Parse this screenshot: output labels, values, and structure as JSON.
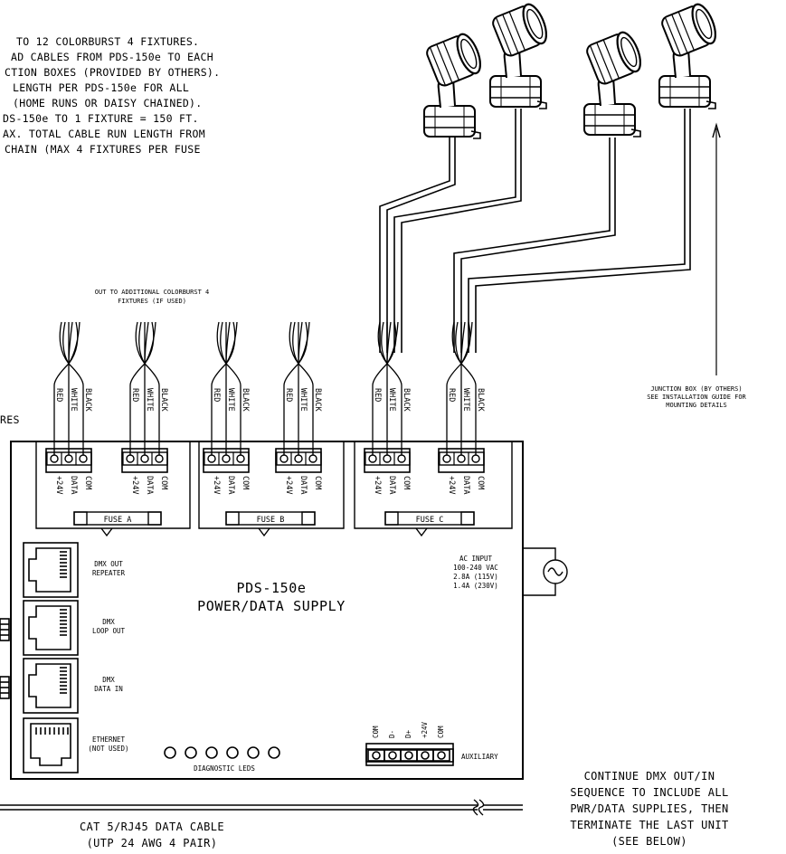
{
  "notes": {
    "top_left": [
      "TO 12 COLORBURST 4 FIXTURES.",
      "AD CABLES FROM PDS-150e TO EACH",
      "CTION BOXES (PROVIDED BY OTHERS).",
      "LENGTH PER PDS-150e FOR ALL",
      "(HOME RUNS OR DAISY CHAINED).",
      "DS-150e TO 1 FIXTURE = 150 FT.",
      "AX. TOTAL CABLE RUN LENGTH FROM",
      "CHAIN (MAX 4 FIXTURES PER FUSE"
    ],
    "left_cut": "RES",
    "additional_out": [
      "OUT TO ADDITIONAL COLORBURST 4",
      "FIXTURES (IF USED)"
    ],
    "junction_box": [
      "JUNCTION BOX (BY OTHERS)",
      "SEE INSTALLATION GUIDE FOR",
      "MOUNTING DETAILS"
    ],
    "continue": [
      "CONTINUE DMX OUT/IN",
      "SEQUENCE TO INCLUDE ALL",
      "PWR/DATA SUPPLIES, THEN",
      "TERMINATE THE LAST UNIT",
      "(SEE BELOW)"
    ]
  },
  "wires": [
    "RED",
    "WHITE",
    "BLACK"
  ],
  "terminals": [
    "+24V",
    "DATA",
    "COM"
  ],
  "fuses": [
    "FUSE A",
    "FUSE B",
    "FUSE C"
  ],
  "device": {
    "name": "PDS-150e",
    "subtitle": "POWER/DATA SUPPLY",
    "ac_input": [
      "AC INPUT",
      "100-240 VAC",
      "2.8A (115V)",
      "1.4A (230V)"
    ],
    "ports": [
      {
        "label": [
          "DMX OUT",
          "REPEATER"
        ]
      },
      {
        "label": [
          "DMX",
          "LOOP OUT"
        ]
      },
      {
        "label": [
          "DMX",
          "DATA IN"
        ]
      },
      {
        "label": [
          "ETHERNET",
          "(NOT USED)"
        ]
      }
    ],
    "diagnostic": "DIAGNOSTIC LEDS",
    "aux_terminals": [
      "COM",
      "D-",
      "D+",
      "+24V",
      "COM"
    ],
    "aux_label": "AUXILIARY"
  },
  "cable": [
    "CAT 5/RJ45 DATA CABLE",
    "(UTP 24 AWG 4 PAIR)"
  ]
}
